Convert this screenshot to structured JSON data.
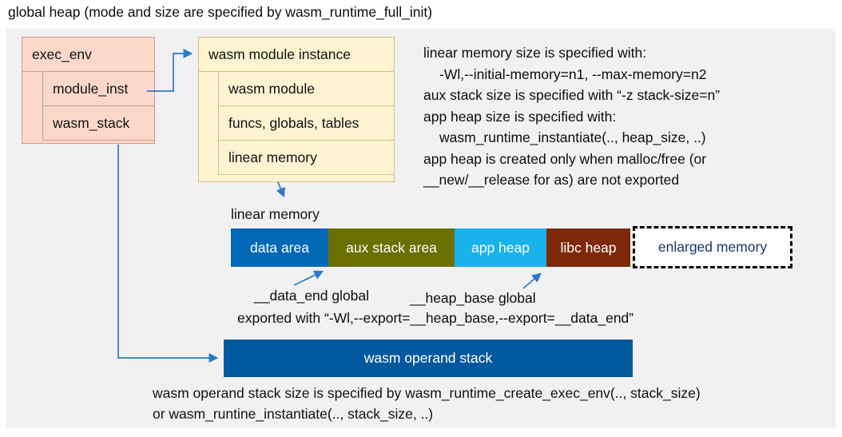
{
  "title": "global heap (mode and size are specified by wasm_runtime_full_init)",
  "exec_env": {
    "header": "exec_env",
    "rows": [
      "module_inst",
      "wasm_stack"
    ]
  },
  "module_instance": {
    "header": "wasm module instance",
    "rows": [
      "wasm module",
      "funcs, globals, tables",
      "linear memory"
    ]
  },
  "notes_right": {
    "lines": [
      "linear memory size is specified with:",
      "-Wl,--initial-memory=n1, --max-memory=n2",
      "aux stack size is specified with “-z stack-size=n”",
      "app heap size is specified with:",
      "wasm_runtime_instantiate(.., heap_size, ..)",
      "app heap is created only when malloc/free (or",
      "__new/__release for as) are not exported"
    ]
  },
  "linear_memory": {
    "label": "linear memory",
    "segments": [
      {
        "label": "data area",
        "color": "#0068b5"
      },
      {
        "label": "aux stack area",
        "color": "#6a6f00"
      },
      {
        "label": "app heap",
        "color": "#17b3ea"
      },
      {
        "label": "libc heap",
        "color": "#7d2808"
      }
    ],
    "enlarged_label": "enlarged memory"
  },
  "globals": {
    "data_end": "__data_end global",
    "heap_base": "__heap_base global",
    "exported": "exported with “-Wl,--export=__heap_base,--export=__data_end”"
  },
  "operand_stack": {
    "label": "wasm operand stack",
    "note_line1": "wasm operand stack size is specified by wasm_runtime_create_exec_env(.., stack_size)",
    "note_line2": "or wasm_runtine_instantiate(.., stack_size, ..)"
  },
  "colors": {
    "panel_bg": "#f1f1f1",
    "pink_box": "#fcd8ca",
    "pink_border": "#cf9c89",
    "cream_box": "#fdf3d1",
    "cream_border": "#d8bf8d",
    "arrow_blue": "#2e79c7",
    "data_area": "#0068b5",
    "aux_stack": "#6a6f00",
    "app_heap": "#17b3ea",
    "libc_heap": "#7d2808",
    "operand_stack": "#02589c",
    "enlarged_text": "#16356b"
  }
}
